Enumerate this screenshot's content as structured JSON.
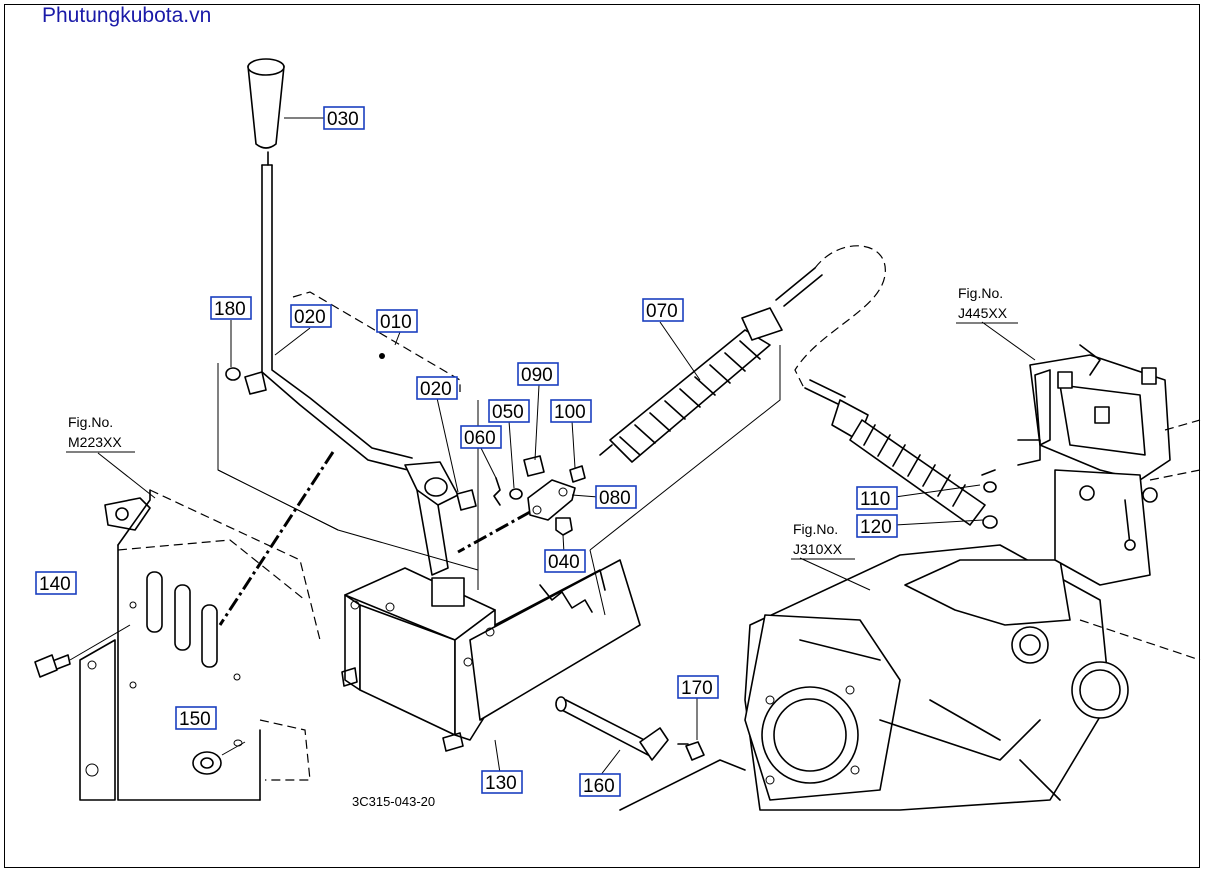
{
  "watermark": "Phutungkubota.vn",
  "diagram_code": "3C315-043-20",
  "figure_refs": {
    "m223": {
      "label": "Fig.No.",
      "code": "M223XX"
    },
    "j445": {
      "label": "Fig.No.",
      "code": "J445XX"
    },
    "j310": {
      "label": "Fig.No.",
      "code": "J310XX"
    }
  },
  "callouts": {
    "p030": "030",
    "p180": "180",
    "p020a": "020",
    "p010": "010",
    "p020b": "020",
    "p070": "070",
    "p090": "090",
    "p050": "050",
    "p100": "100",
    "p060": "060",
    "p080": "080",
    "p040": "040",
    "p140": "140",
    "p150": "150",
    "p170": "170",
    "p130": "130",
    "p160": "160",
    "p110": "110",
    "p120": "120"
  },
  "colors": {
    "callout_border": "#1a3fbf",
    "watermark": "#1a1aa8"
  }
}
